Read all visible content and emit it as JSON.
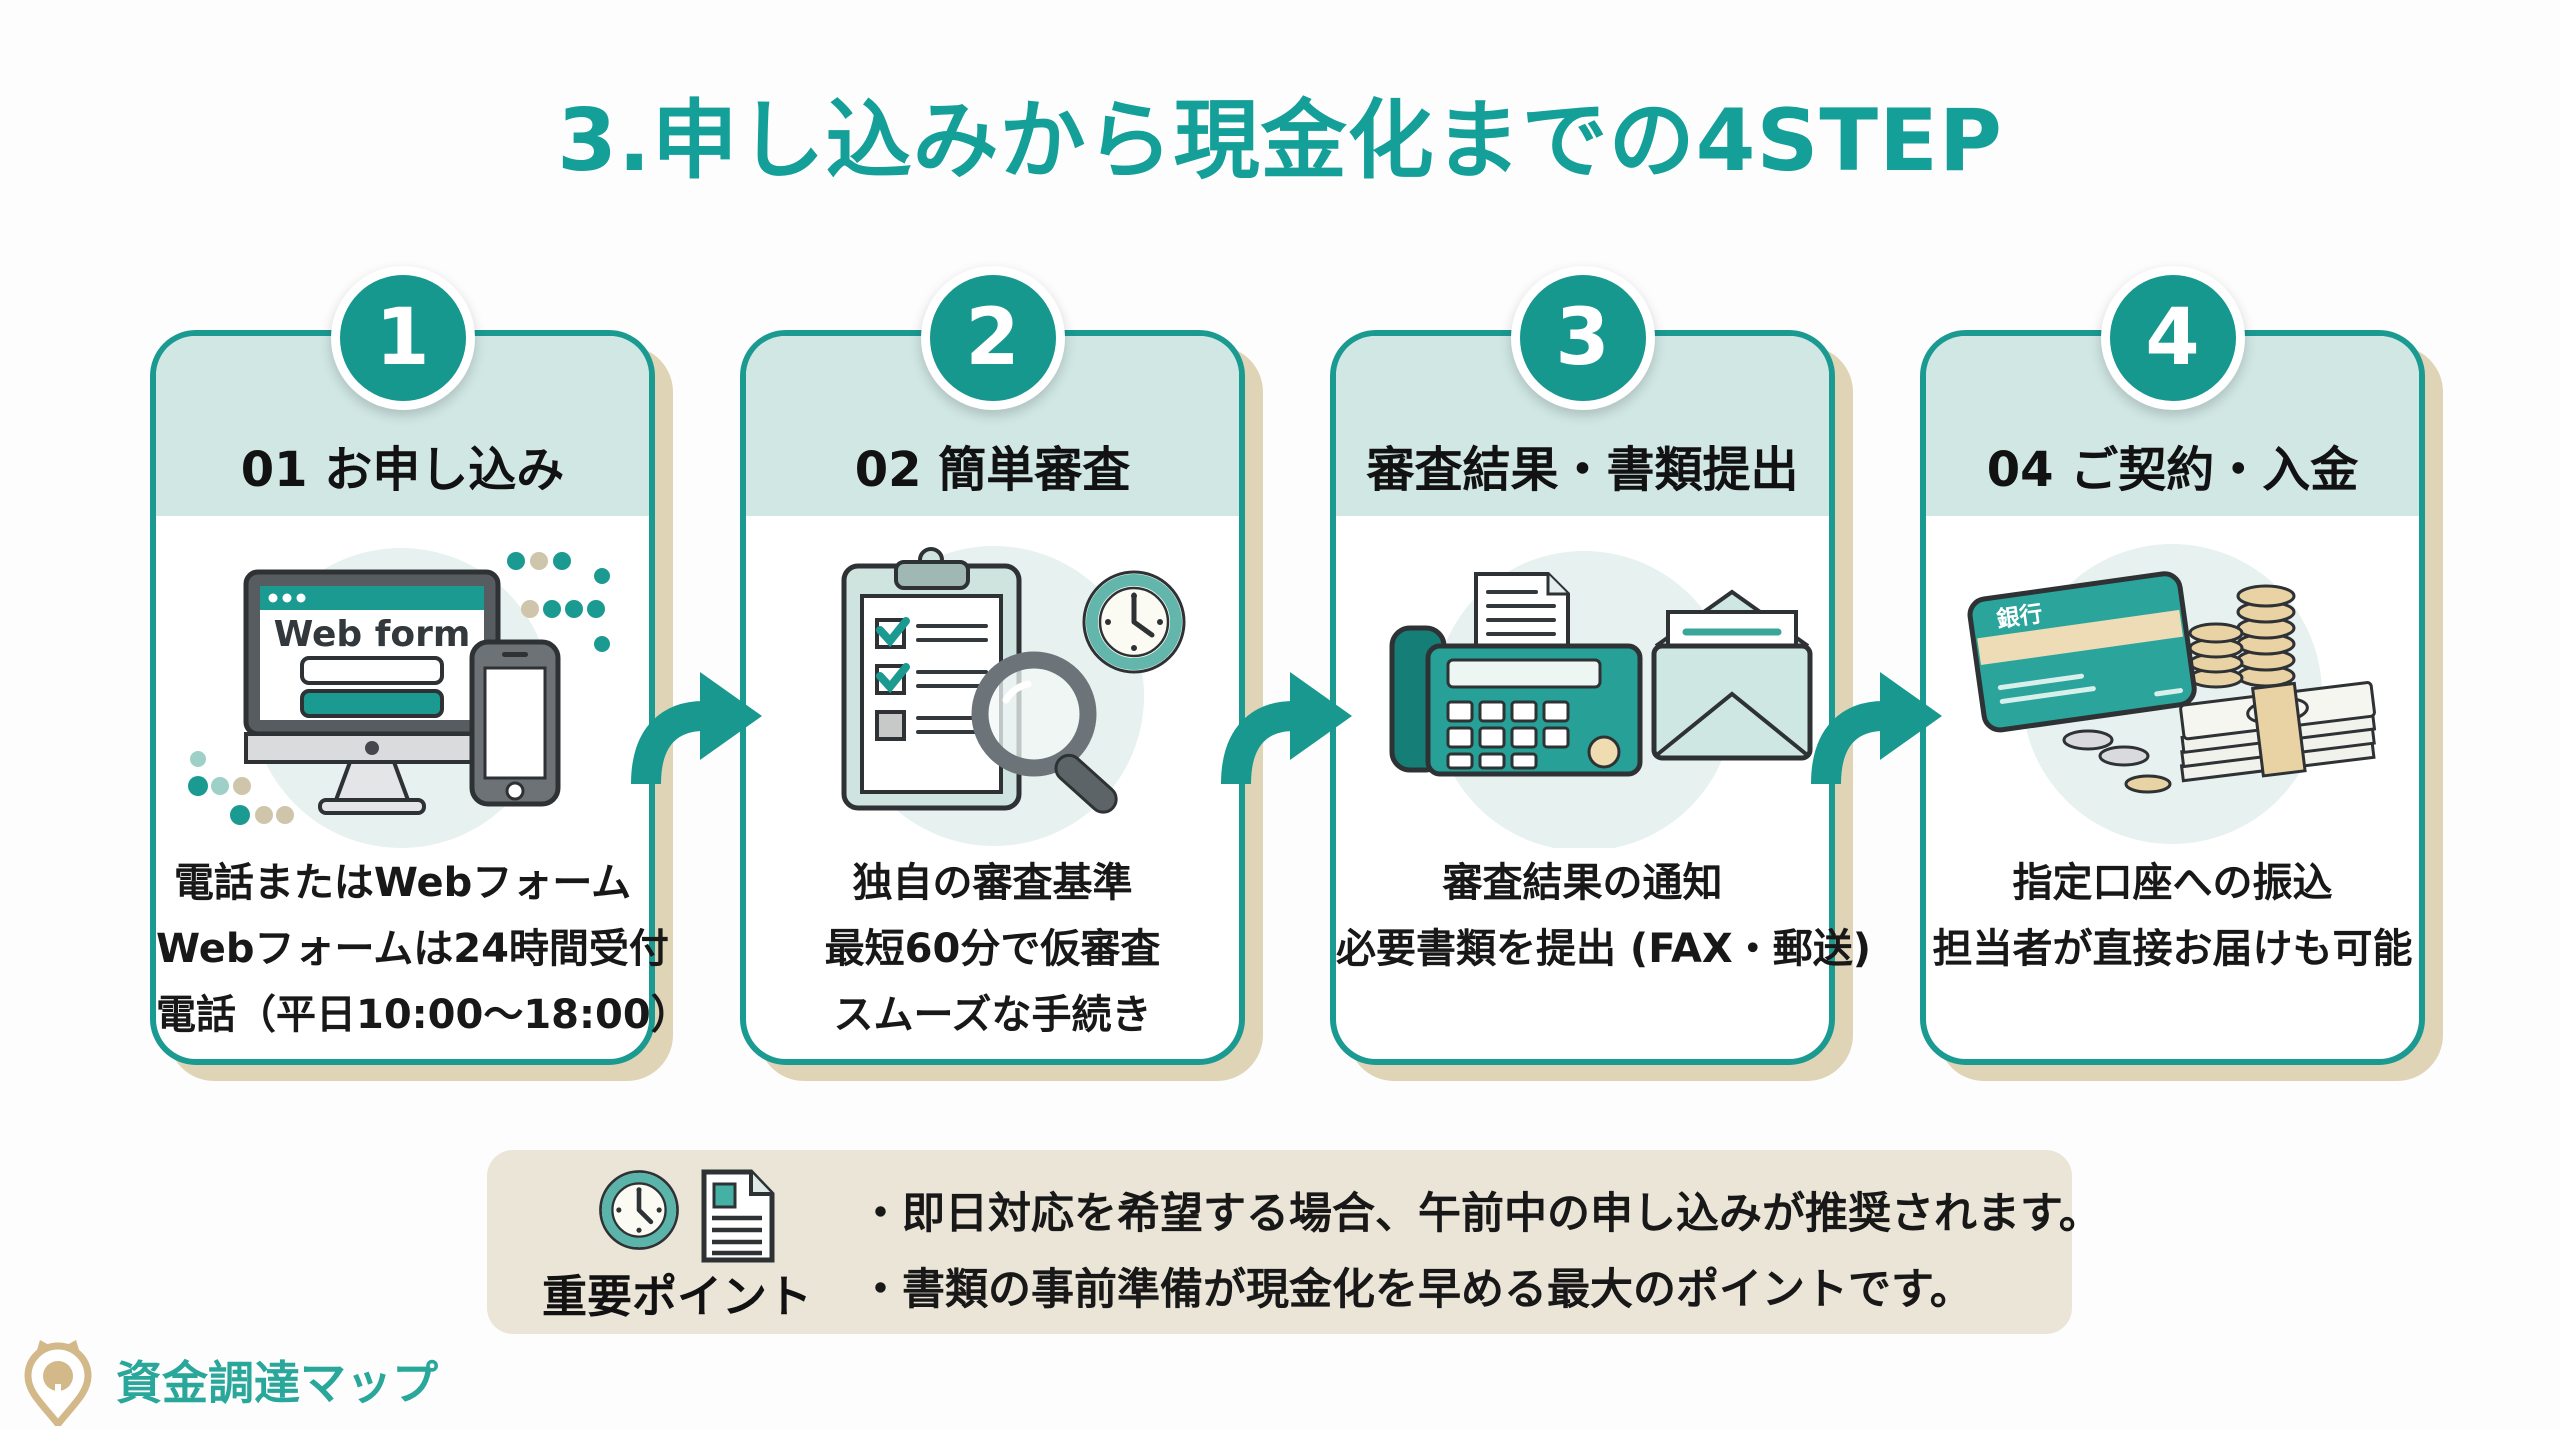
{
  "title": "3.申し込みから現金化までの4STEP",
  "steps": [
    {
      "number": "1",
      "header": "01 お申し込み",
      "lines": [
        "電話またはWebフォーム",
        "Webフォームは24時間受付",
        "電話（平日10:00〜18:00）"
      ],
      "icon": "monitor-phone-webform-icon",
      "screen_label": "Web form"
    },
    {
      "number": "2",
      "header": "02 簡単審査",
      "lines": [
        "独自の審査基準",
        "最短60分で仮審査",
        "スムーズな手続き"
      ],
      "icon": "clipboard-magnifier-clock-icon"
    },
    {
      "number": "3",
      "header": "審査結果・書類提出",
      "lines": [
        "審査結果の通知",
        "必要書類を提出 (FAX・郵送)"
      ],
      "icon": "fax-envelope-icon"
    },
    {
      "number": "4",
      "header": "04 ご契約・入金",
      "lines": [
        "指定口座への振込",
        "担当者が直接お届けも可能"
      ],
      "icon": "bankcard-cash-coins-icon",
      "card_label": "銀行"
    }
  ],
  "note": {
    "label": "重要ポイント",
    "bullets": [
      "・即日対応を希望する場合、午前中の申し込みが推奨されます。",
      "・書類の事前準備が現金化を早める最大のポイントです。"
    ]
  },
  "logo": {
    "text": "資金調達マップ"
  },
  "colors": {
    "accent_teal": "#17988f",
    "title_teal": "#14a099",
    "header_band": "#d0e7e4",
    "illustration_bg": "#e7f1ef",
    "card_shadow_tan": "#e0d4b6",
    "note_bg": "#ebe5d8",
    "logo_gold": "#d3b88a",
    "text_dark": "#181818"
  }
}
